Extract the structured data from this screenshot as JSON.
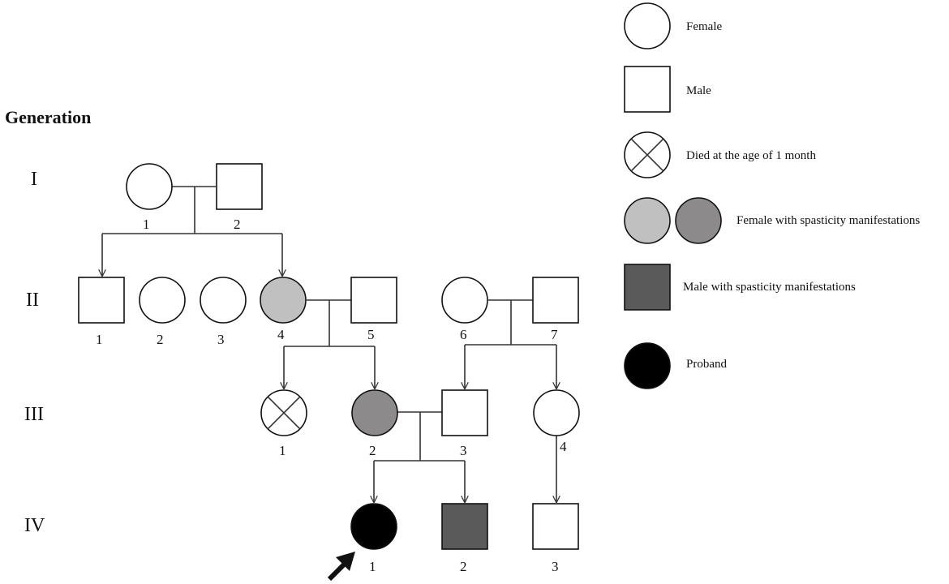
{
  "heading": "Generation",
  "generations": [
    "I",
    "II",
    "III",
    "IV"
  ],
  "colors": {
    "unaffected": "#ffffff",
    "female_affected_light": "#c0c0c0",
    "female_affected_dark": "#8c8a8a",
    "male_affected": "#5a5a5a",
    "proband": "#000000",
    "stroke": "#111111"
  },
  "individuals": {
    "I": [
      {
        "id": "I-1",
        "label": "1",
        "sex": "female",
        "status": "unaffected"
      },
      {
        "id": "I-2",
        "label": "2",
        "sex": "male",
        "status": "unaffected"
      }
    ],
    "II": [
      {
        "id": "II-1",
        "label": "1",
        "sex": "male",
        "status": "unaffected"
      },
      {
        "id": "II-2",
        "label": "2",
        "sex": "female",
        "status": "unaffected"
      },
      {
        "id": "II-3",
        "label": "3",
        "sex": "female",
        "status": "unaffected"
      },
      {
        "id": "II-4",
        "label": "4",
        "sex": "female",
        "status": "affected-light"
      },
      {
        "id": "II-5",
        "label": "5",
        "sex": "male",
        "status": "unaffected"
      },
      {
        "id": "II-6",
        "label": "6",
        "sex": "female",
        "status": "unaffected"
      },
      {
        "id": "II-7",
        "label": "7",
        "sex": "male",
        "status": "unaffected"
      }
    ],
    "III": [
      {
        "id": "III-1",
        "label": "1",
        "sex": "unknown",
        "status": "deceased"
      },
      {
        "id": "III-2",
        "label": "2",
        "sex": "female",
        "status": "affected-dark"
      },
      {
        "id": "III-3",
        "label": "3",
        "sex": "male",
        "status": "unaffected"
      },
      {
        "id": "III-4",
        "label": "4",
        "sex": "female",
        "status": "unaffected"
      }
    ],
    "IV": [
      {
        "id": "IV-1",
        "label": "1",
        "sex": "female",
        "status": "proband"
      },
      {
        "id": "IV-2",
        "label": "2",
        "sex": "male",
        "status": "affected"
      },
      {
        "id": "IV-3",
        "label": "3",
        "sex": "male",
        "status": "unaffected"
      }
    ]
  },
  "legend": [
    {
      "key": "female",
      "text": "Female"
    },
    {
      "key": "male",
      "text": "Male"
    },
    {
      "key": "deceased",
      "text": "Died at the age of  1  month"
    },
    {
      "key": "female-affected",
      "text": "Female with spasticity manifestations"
    },
    {
      "key": "male-affected",
      "text": "Male with spasticity manifestations"
    },
    {
      "key": "proband",
      "text": "Proband"
    }
  ]
}
